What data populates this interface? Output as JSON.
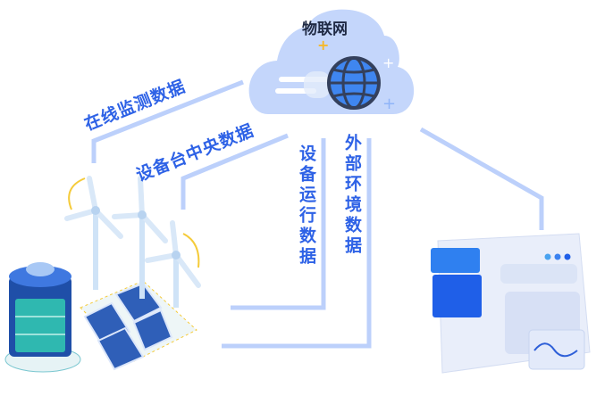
{
  "cloud": {
    "title": "物联网",
    "icon": "globe-icon"
  },
  "labels": {
    "online_monitoring": "在线监测数据",
    "equipment_central": "设备台中央数据",
    "equipment_operation": "设备运行数据",
    "external_environment": "外部环境数据"
  },
  "colors": {
    "text": "#2e62e6",
    "line": "#bcd0fb",
    "cloud": "#c4d6fb",
    "globe": "#3f86f0"
  }
}
